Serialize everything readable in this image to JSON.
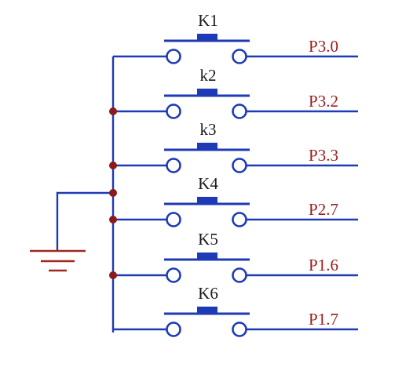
{
  "diagram": {
    "switches": [
      {
        "key": "K1",
        "port": "P3.0"
      },
      {
        "key": "k2",
        "port": "P3.2"
      },
      {
        "key": "k3",
        "port": "P3.3"
      },
      {
        "key": "K4",
        "port": "P2.7"
      },
      {
        "key": "K5",
        "port": "P1.6"
      },
      {
        "key": "K6",
        "port": "P1.7"
      }
    ]
  },
  "colors": {
    "wire": "#1e3ab4",
    "switch": "#1e3ab4",
    "junction": "#8b1a1a",
    "ground": "#a0281e",
    "port_label": "#9a1c1c"
  }
}
